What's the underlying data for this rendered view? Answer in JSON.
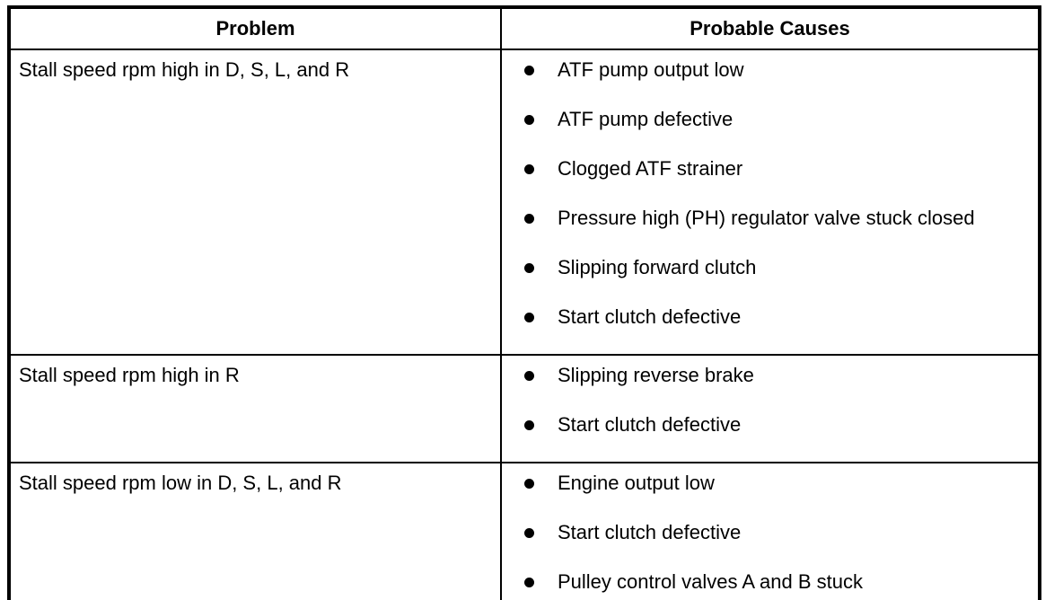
{
  "table": {
    "headers": {
      "problem": "Problem",
      "causes": "Probable Causes"
    },
    "rows": [
      {
        "problem": "Stall speed rpm high in D, S, L, and R",
        "causes": [
          "ATF pump output low",
          "ATF pump defective",
          "Clogged ATF strainer",
          "Pressure high (PH) regulator valve stuck closed",
          "Slipping forward clutch",
          "Start clutch defective"
        ]
      },
      {
        "problem": "Stall speed rpm high in R",
        "causes": [
          "Slipping reverse brake",
          "Start clutch defective"
        ]
      },
      {
        "problem": "Stall speed rpm low in D, S, L, and R",
        "causes": [
          "Engine output low",
          "Start clutch defective",
          "Pulley control valves A and B stuck"
        ]
      }
    ]
  },
  "colors": {
    "border": "#000000",
    "text": "#000000",
    "background": "#ffffff"
  }
}
